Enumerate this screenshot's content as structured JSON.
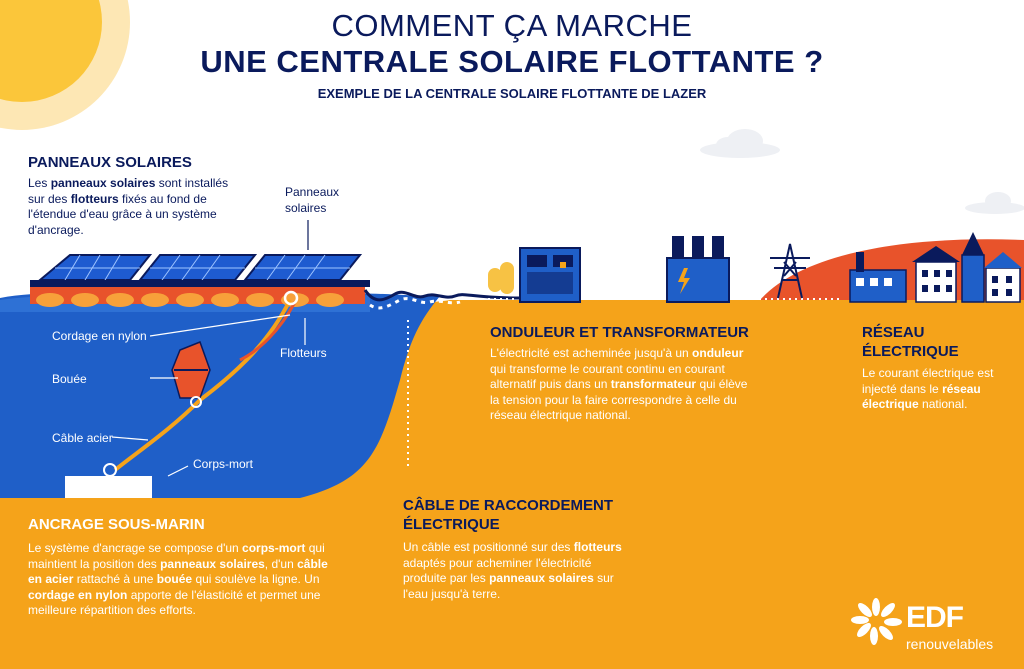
{
  "header": {
    "title_line1": "COMMENT ÇA MARCHE",
    "title_line2": "UNE CENTRALE SOLAIRE FLOTTANTE ?",
    "subtitle": "EXEMPLE DE LA CENTRALE SOLAIRE FLOTTANTE DE LAZER"
  },
  "sections": {
    "panneaux": {
      "heading": "PANNEAUX SOLAIRES",
      "text": [
        {
          "t": "Les ",
          "b": false
        },
        {
          "t": "panneaux solaires",
          "b": true
        },
        {
          "t": " sont installés sur des ",
          "b": false
        },
        {
          "t": "flotteurs",
          "b": true
        },
        {
          "t": " fixés au fond de l'étendue d'eau grâce à un système d'ancrage.",
          "b": false
        }
      ]
    },
    "ancrage": {
      "heading": "ANCRAGE SOUS-MARIN",
      "text": [
        {
          "t": "Le système d'ancrage se compose d'un ",
          "b": false
        },
        {
          "t": "corps-mort",
          "b": true
        },
        {
          "t": " qui maintient la position des ",
          "b": false
        },
        {
          "t": "panneaux solaires",
          "b": true
        },
        {
          "t": ", d'un ",
          "b": false
        },
        {
          "t": "câble en acier",
          "b": true
        },
        {
          "t": " rattaché à une ",
          "b": false
        },
        {
          "t": "bouée",
          "b": true
        },
        {
          "t": " qui soulève la ligne. Un ",
          "b": false
        },
        {
          "t": "cordage en nylon",
          "b": true
        },
        {
          "t": " apporte de l'élasticité et permet une meilleure répartition des efforts.",
          "b": false
        }
      ]
    },
    "cable": {
      "heading": "CÂBLE DE RACCORDEMENT ÉLECTRIQUE",
      "text": [
        {
          "t": "Un câble est positionné sur des ",
          "b": false
        },
        {
          "t": "flotteurs",
          "b": true
        },
        {
          "t": " adaptés pour acheminer l'électricité produite par les ",
          "b": false
        },
        {
          "t": "panneaux solaires",
          "b": true
        },
        {
          "t": " sur l'eau jusqu'à terre.",
          "b": false
        }
      ]
    },
    "onduleur": {
      "heading": "ONDULEUR ET TRANSFORMATEUR",
      "text": [
        {
          "t": "L'électricité est acheminée jusqu'à un ",
          "b": false
        },
        {
          "t": "onduleur",
          "b": true
        },
        {
          "t": " qui transforme le courant continu en courant alternatif puis dans un ",
          "b": false
        },
        {
          "t": "transformateur",
          "b": true
        },
        {
          "t": " qui élève la tension pour la faire correspondre à celle du réseau électrique national.",
          "b": false
        }
      ]
    },
    "reseau": {
      "heading": "RÉSEAU ÉLECTRIQUE",
      "text": [
        {
          "t": "Le courant électrique est injecté dans le ",
          "b": false
        },
        {
          "t": "réseau électrique",
          "b": true
        },
        {
          "t": " national.",
          "b": false
        }
      ]
    }
  },
  "labels": {
    "panneaux": "Panneaux solaires",
    "cordage": "Cordage en nylon",
    "flotteurs": "Flotteurs",
    "bouee": "Bouée",
    "cable_acier": "Câble acier",
    "corps_mort": "Corps-mort"
  },
  "logo": {
    "brand": "EDF",
    "tagline": "renouvelables"
  },
  "colors": {
    "navy": "#0a1a5c",
    "water": "#1f5fc8",
    "orange": "#f5a31a",
    "sun": "#fbc63a",
    "red": "#e8532b"
  }
}
